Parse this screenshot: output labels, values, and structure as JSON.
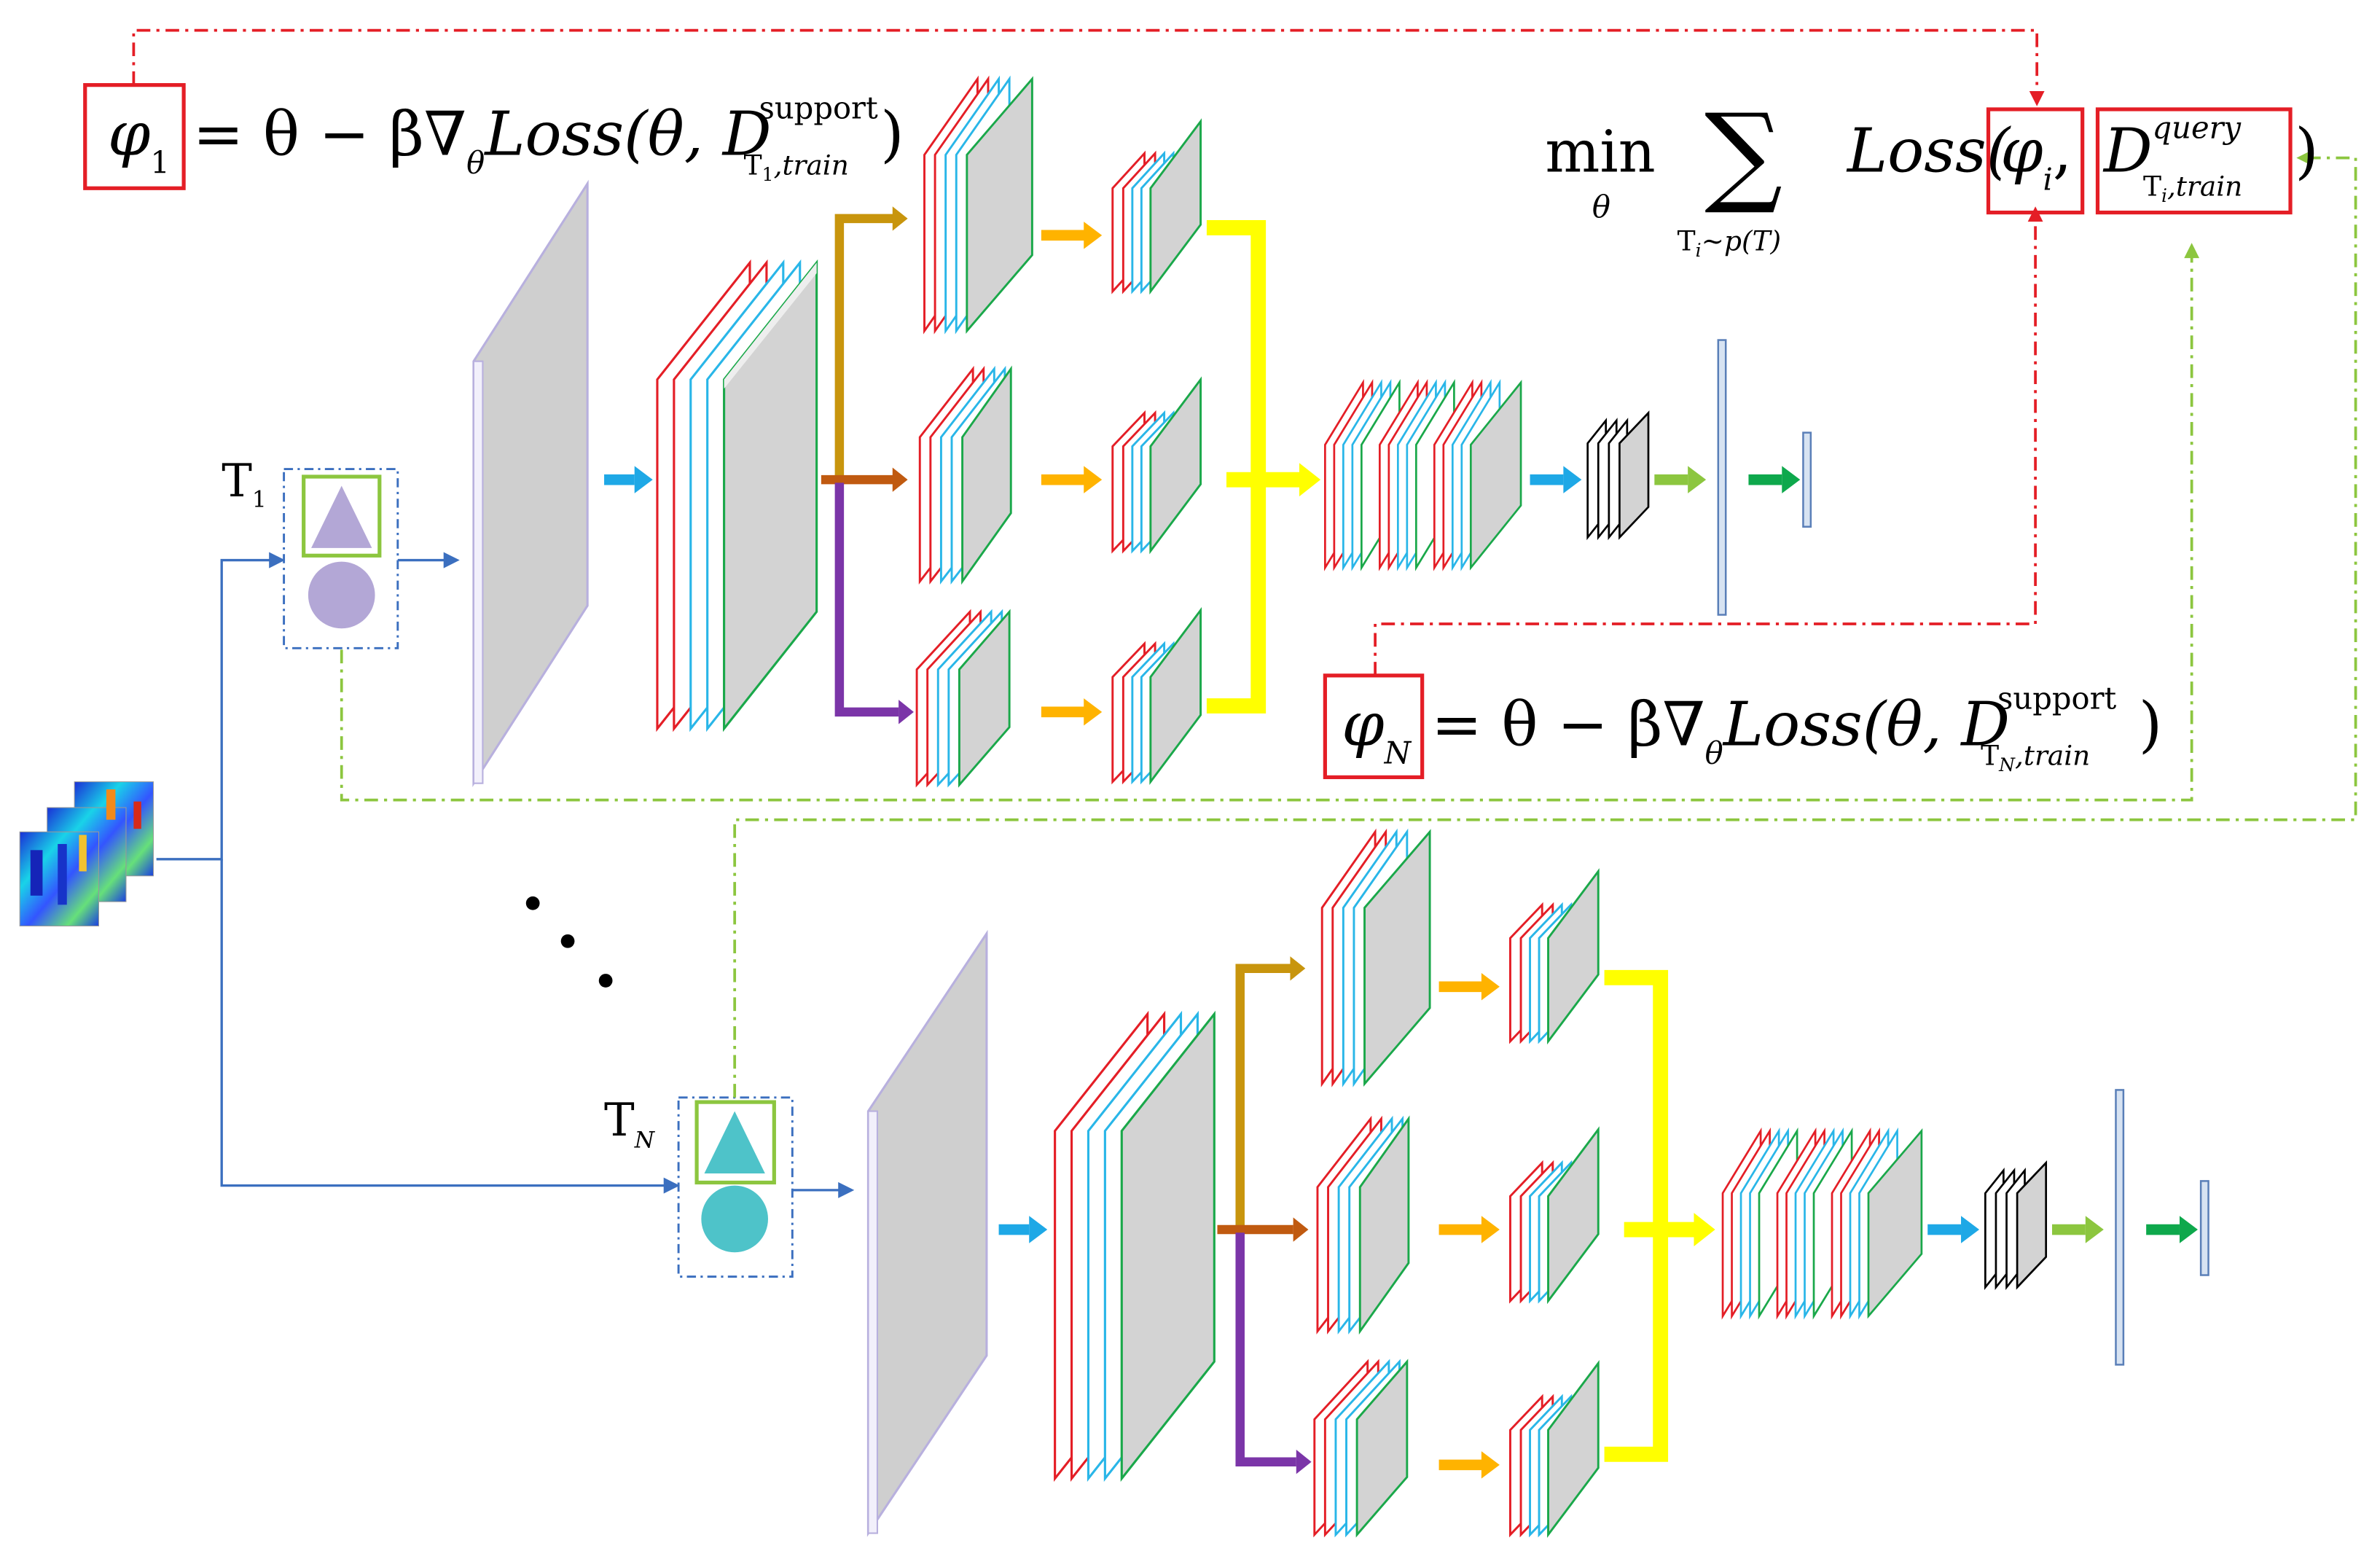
{
  "formulas": {
    "phi1": {
      "lhs": "φ",
      "lhs_sub": "1",
      "rhs_main": "= θ − β∇",
      "rhs_grad_sub": "θ",
      "rhs_loss": "Loss(θ, D",
      "rhs_sup": "support",
      "rhs_sub_task": "T",
      "rhs_sub_task_idx": "1",
      "rhs_sub_tail": ",train",
      "rhs_close": ")"
    },
    "phiN": {
      "lhs": "φ",
      "lhs_sub": "N",
      "rhs_main": "= θ − β∇",
      "rhs_grad_sub": "θ",
      "rhs_loss": "Loss(θ, D",
      "rhs_sup": "support",
      "rhs_sub_task": "T",
      "rhs_sub_task_idx": "N",
      "rhs_sub_tail": ",train",
      "rhs_close": ")"
    },
    "objective": {
      "min": "min",
      "min_sub": "θ",
      "sum": "∑",
      "sum_sub": "T",
      "sum_sub_idx": "i",
      "sum_sub_tail": "~p(T)",
      "loss": "Loss(",
      "phi": "φ",
      "phi_sub": "i",
      "comma": ",",
      "D": "D",
      "D_sup": "query",
      "D_sub_task": "T",
      "D_sub_idx": "i",
      "D_sub_tail": ",train",
      "close": ")"
    }
  },
  "tasks": {
    "t1": {
      "label": "T",
      "sub": "1"
    },
    "tN": {
      "label": "T",
      "sub": "N"
    }
  },
  "ellipsis": "· · ·",
  "colors": {
    "red": "#e41e26",
    "blue_edge": "#29b6e8",
    "green_edge": "#1aa84a",
    "gray_fill": "#d3d3d3",
    "purple_shape": "#b3a7d6",
    "teal_shape": "#4ec3c9",
    "lime_dash": "#8cc63f",
    "connector_blue": "#3b6fbf",
    "arrow_blue": "#1ea8e6",
    "arrow_orange": "#ffb300",
    "arrow_yellow": "#ffff00",
    "branch_gold": "#c8950d",
    "branch_rust": "#c05a10",
    "branch_purple": "#7b35a8",
    "arrow_lime": "#8cc63f",
    "arrow_green": "#0ea84c"
  }
}
